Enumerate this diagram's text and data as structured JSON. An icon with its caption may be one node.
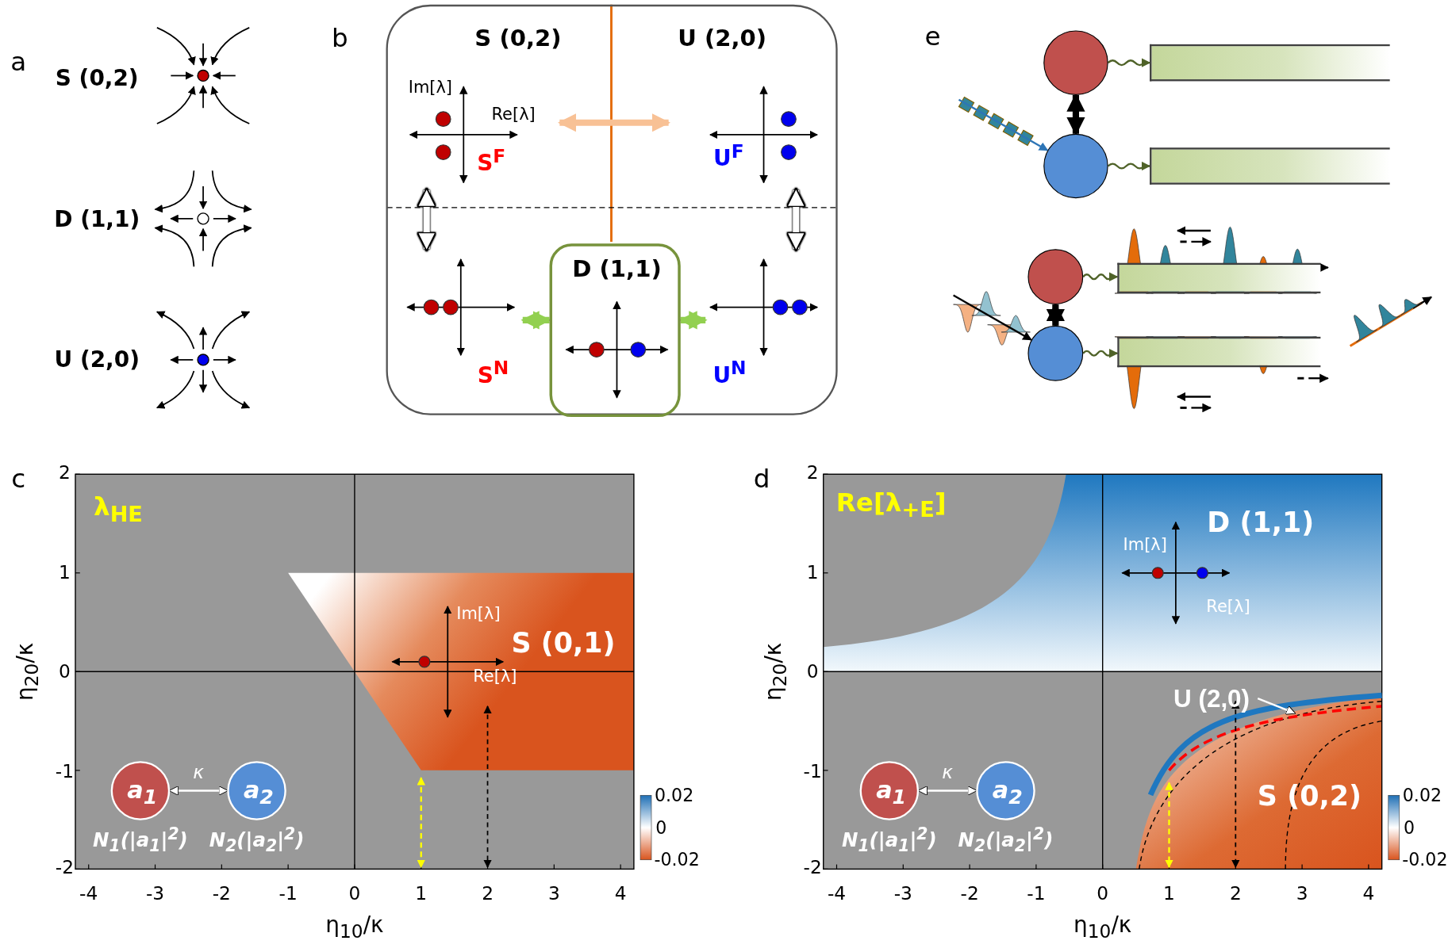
{
  "diagram": {
    "nodes": [
      {
        "text": [
          "S (0,2)",
          "U (2,0)"
        ]
      },
      {
        "text": [
          "S$^{F}$"
        ],
        "in": 0
      },
      {
        "text": [
          "U$^{F}$"
        ],
        "in": 0
      },
      {
        "text": [
          "S$^{N}$"
        ],
        "in": 0
      },
      {
        "text": [
          "U$^{N}$"
        ],
        "in": 0
      },
      {
        "text": [
          "D (1,1)"
        ],
        "in": 0
      },
      {
        "text": [],
        "shape": "circle"
      },
      {
        "text": [],
        "shape": "circle"
      },
      {
        "text": [],
        "shape": "bar"
      },
      {
        "text": [],
        "shape": "bar"
      },
      {
        "text": [],
        "shape": "circle"
      },
      {
        "text": [],
        "shape": "circle"
      },
      {
        "text": [],
        "shape": "bar"
      },
      {
        "text": [],
        "shape": "bar"
      },
      {
        "text": [
          "a$_{1}$"
        ],
        "beside": [
          "N$_{1}$(|a$_{1}$|$^{2}$)"
        ]
      },
      {
        "text": [
          "a$_{2}$"
        ],
        "beside": [
          "N$_{2}$(|a$_{2}$|$^{2}$)"
        ]
      },
      {
        "text": [
          "a$_{1}$"
        ],
        "beside": [
          "N$_{1}$(|a$_{1}$|$^{2}$)"
        ]
      },
      {
        "text": [
          "a$_{2}$"
        ],
        "beside": [
          "N$_{2}$(|a$_{2}$|$^{2}$)"
        ]
      },
      {
        "text": [
          "U (2,0)"
        ]
      },
      {
        "text": [],
        "shape": "picture"
      },
      {
        "text": [],
        "shape": "picture"
      },
      {
        "text": [],
        "shape": "band"
      }
    ],
    "edges": [
      {
        "from": 1,
        "to": 2,
        "arrow": "both",
        "style": "thick",
        "color": "#f8c195"
      },
      {
        "from": 1,
        "to": 3,
        "arrow": "both",
        "style": "thick",
        "color": "#ffffff"
      },
      {
        "from": 2,
        "to": 4,
        "arrow": "both",
        "style": "thick",
        "color": "#ffffff"
      },
      {
        "from": 3,
        "to": 5,
        "arrow": "both",
        "style": "thick",
        "color": "#92d050"
      },
      {
        "from": 4,
        "to": 5,
        "arrow": "both",
        "style": "thick",
        "color": "#92d050"
      },
      {
        "from": 6,
        "to": 7,
        "arrow": "both",
        "style": "thick",
        "color": "#000000"
      },
      {
        "from": 6,
        "to": 8,
        "arrow": "to",
        "color": "#4f6228"
      },
      {
        "from": 7,
        "to": 9,
        "arrow": "to",
        "color": "#4f6228"
      },
      {
        "from": 19,
        "to": 7,
        "arrow": "to",
        "color": "#2e75b6"
      },
      {
        "from": 10,
        "to": 11,
        "arrow": "both",
        "style": "thick",
        "color": "#000000"
      },
      {
        "from": 10,
        "to": 12,
        "arrow": "to",
        "color": "#4f6228"
      },
      {
        "from": 11,
        "to": 13,
        "arrow": "to",
        "color": "#4f6228"
      },
      {
        "from": 20,
        "to": 11,
        "arrow": "to",
        "color": "#000000"
      },
      {
        "from": 14,
        "to": 15,
        "arrow": "both",
        "label": "κ",
        "color": "#ffffff"
      },
      {
        "from": 16,
        "to": 17,
        "arrow": "both",
        "label": "κ",
        "color": "#ffffff"
      },
      {
        "from": 18,
        "to": 21,
        "arrow": "to",
        "color": "#ffffff"
      }
    ],
    "labels": [
      "a",
      "b",
      "e",
      "S (0,2)",
      "D (1,1)",
      "U (2,0)",
      "Im[λ]",
      "Re[λ]",
      "c",
      "λ$_{HE}$",
      "S (0,1)",
      "Im[λ]",
      "Re[λ]",
      "2",
      "1",
      "0",
      "-1",
      "-2",
      "-4",
      "-3",
      "-2",
      "-1",
      "0",
      "1",
      "2",
      "3",
      "4",
      "η$_{10}$/κ",
      "η$_{20}$/κ",
      "0.02",
      "0",
      "-0.02",
      "d",
      "Re[λ$_{+E}$]",
      "D (1,1)",
      "Im[λ]",
      "Re[λ]",
      "S (0,2)",
      "2",
      "1",
      "0",
      "-1",
      "-2",
      "-4",
      "-3",
      "-2",
      "-1",
      "0",
      "1",
      "2",
      "3",
      "4",
      "η$_{10}$/κ",
      "η$_{20}$/κ",
      "0.02",
      "0",
      "-0.02"
    ]
  }
}
